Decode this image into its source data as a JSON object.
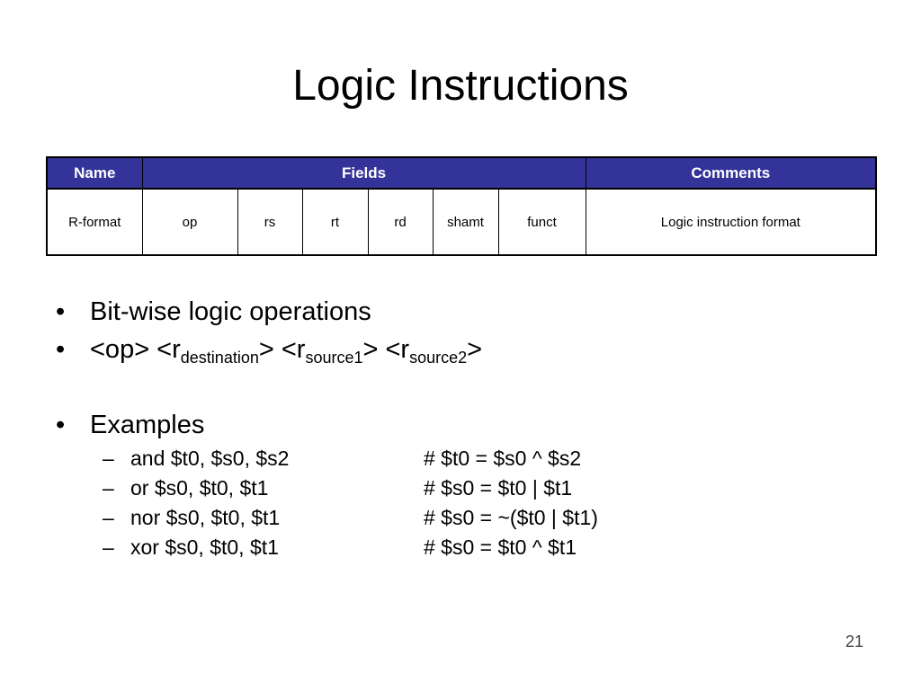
{
  "slide": {
    "title": "Logic Instructions",
    "page_number": "21"
  },
  "table": {
    "headers": {
      "name": "Name",
      "fields": "Fields",
      "comments": "Comments"
    },
    "header_color": "#333399",
    "row": {
      "name": "R-format",
      "fields": [
        "op",
        "rs",
        "rt",
        "rd",
        "shamt",
        "funct"
      ],
      "comment": "Logic instruction format"
    }
  },
  "bullets": {
    "bullet_char": "•",
    "item1": "Bit-wise logic operations",
    "item2": {
      "p1": "<op> <r",
      "sub1": "destination",
      "p2": "> <r",
      "sub2": "source1",
      "p3": "> <r",
      "sub3": "source2",
      "p4": ">"
    },
    "item3": "Examples",
    "dash_char": "–",
    "examples": [
      {
        "code": "and $t0, $s0, $s2",
        "comment": "# $t0 = $s0 ^ $s2"
      },
      {
        "code": "or $s0, $t0, $t1",
        "comment": "# $s0 = $t0 | $t1"
      },
      {
        "code": "nor $s0, $t0, $t1",
        "comment": "# $s0 = ~($t0 | $t1)"
      },
      {
        "code": "xor $s0, $t0, $t1",
        "comment": "# $s0 = $t0 ^ $t1"
      }
    ]
  }
}
